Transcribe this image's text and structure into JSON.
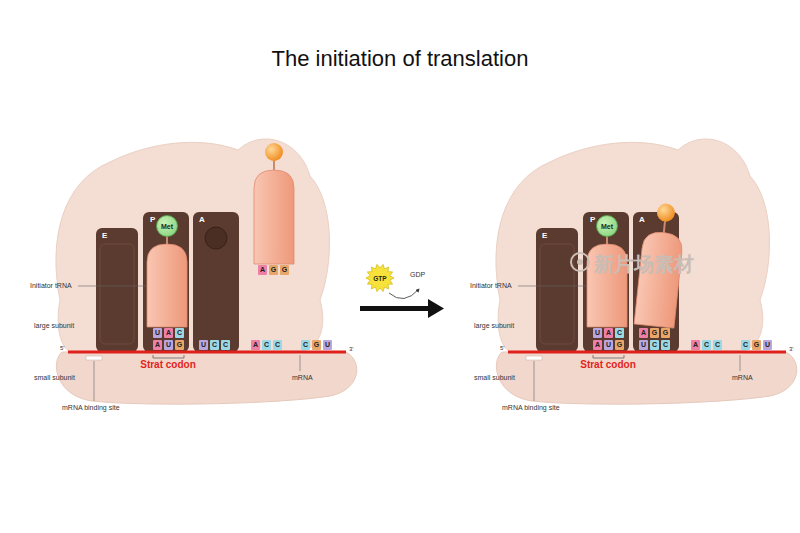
{
  "diagram": {
    "title": "The initiation of translation",
    "nodes": [
      {
        "text": [
          "Met"
        ]
      },
      {
        "text": [
          "GTP"
        ]
      },
      {
        "text": [
          "Met"
        ]
      }
    ],
    "labels": [
      "E",
      "P",
      "A",
      "Initiator tRNA",
      "large subunit",
      "small subunit",
      "mRNA binding site",
      "Strat codon",
      "mRNA",
      "5'",
      "3'",
      "U",
      "A",
      "C",
      "A",
      "U",
      "G",
      "U",
      "C",
      "C",
      "A",
      "C",
      "C",
      "C",
      "G",
      "U",
      "A",
      "G",
      "G",
      "GDP",
      "E",
      "P",
      "A",
      "Initiator tRNA",
      "large subunit",
      "small subunit",
      "mRNA binding site",
      "Strat codon",
      "mRNA",
      "5'",
      "3'",
      "U",
      "A",
      "C",
      "A",
      "U",
      "G",
      "U",
      "C",
      "C",
      "A",
      "C",
      "C",
      "C",
      "G",
      "U",
      "A",
      "G",
      "G",
      "新片场素材"
    ]
  }
}
